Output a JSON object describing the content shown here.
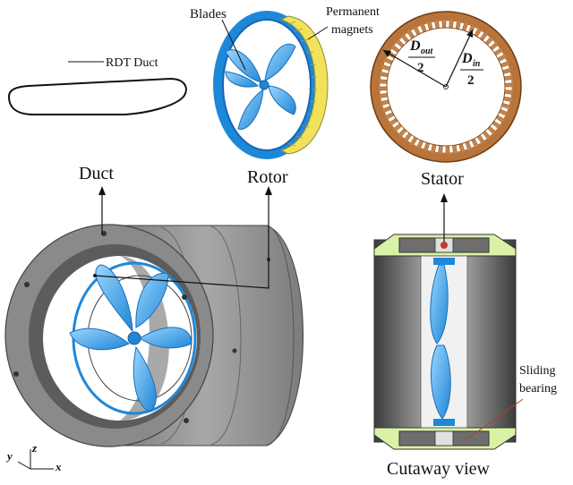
{
  "labels": {
    "rdt_duct": "RDT Duct",
    "blades": "Blades",
    "permanent_magnets_line1": "Permanent",
    "permanent_magnets_line2": "magnets",
    "duct": "Duct",
    "rotor": "Rotor",
    "stator": "Stator",
    "cutaway_view": "Cutaway view",
    "sliding_bearing_line1": "Sliding",
    "sliding_bearing_line2": "bearing"
  },
  "formulas": {
    "d_out_var": "D",
    "d_out_sub": "out",
    "d_out_den": "2",
    "d_in_var": "D",
    "d_in_sub": "in",
    "d_in_den": "2"
  },
  "axes": {
    "x": "x",
    "y": "y",
    "z": "z"
  },
  "colors": {
    "blade_blue": "#2f9be8",
    "blade_light": "#8fd0ff",
    "ring_blue": "#1e88d8",
    "magnet_yellow": "#f2e25a",
    "stator_copper": "#b8743a",
    "stator_dark": "#8a4d1e",
    "duct_gray": "#8d8d8d",
    "cutaway_green": "#d9f2a6"
  }
}
